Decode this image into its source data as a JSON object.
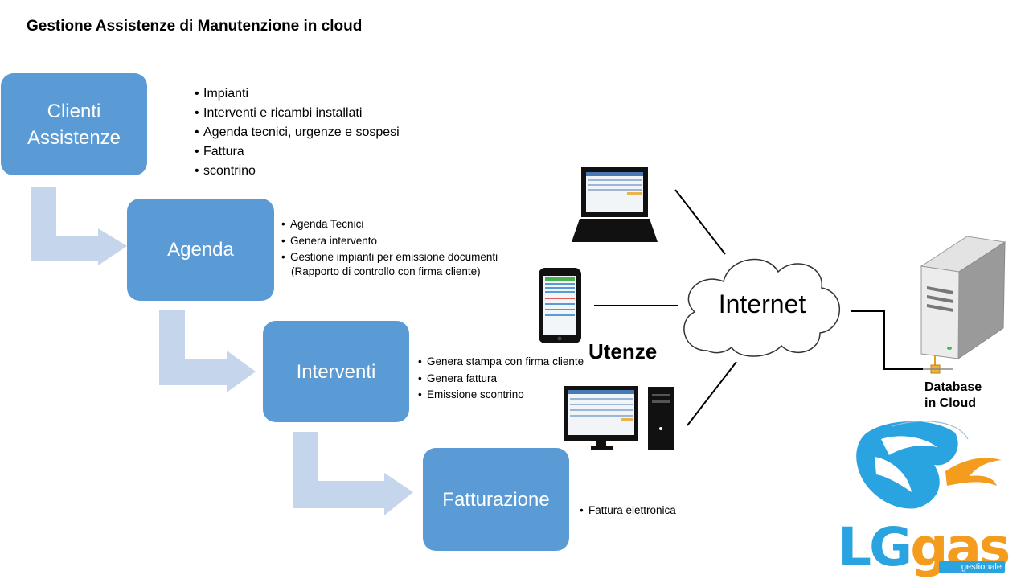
{
  "title": "Gestione Assistenze di Manutenzione in cloud",
  "boxes": {
    "clienti": "Clienti Assistenze",
    "agenda": "Agenda",
    "interventi": "Interventi",
    "fatturazione": "Fatturazione"
  },
  "clienti_bullets": [
    "Impianti",
    "Interventi e ricambi installati",
    "Agenda tecnici, urgenze e sospesi",
    "Fattura",
    "scontrino"
  ],
  "agenda_bullets": [
    "Agenda Tecnici",
    "Genera intervento",
    "Gestione impianti per emissione documenti"
  ],
  "agenda_bullet_continuation": "(Rapporto di controllo con firma cliente)",
  "interventi_bullets": [
    "Genera stampa con firma cliente",
    "Genera fattura",
    "Emissione scontrino"
  ],
  "fatturazione_bullets": [
    "Fattura elettronica"
  ],
  "network": {
    "internet": "Internet",
    "users": "Utenze",
    "database": [
      "Database",
      "in Cloud"
    ]
  },
  "brand": {
    "lg": "LG",
    "gas": "gas",
    "sub": "gestionale"
  },
  "colors": {
    "box": "#5b9bd5",
    "arrow": "#c5d6ec",
    "brand_blue": "#2aa4e0",
    "brand_orange": "#f39c1d"
  },
  "icons": [
    "laptop-icon",
    "smartphone-icon",
    "desktop-computer-icon",
    "cloud-icon",
    "server-icon",
    "lion-logo-icon"
  ]
}
